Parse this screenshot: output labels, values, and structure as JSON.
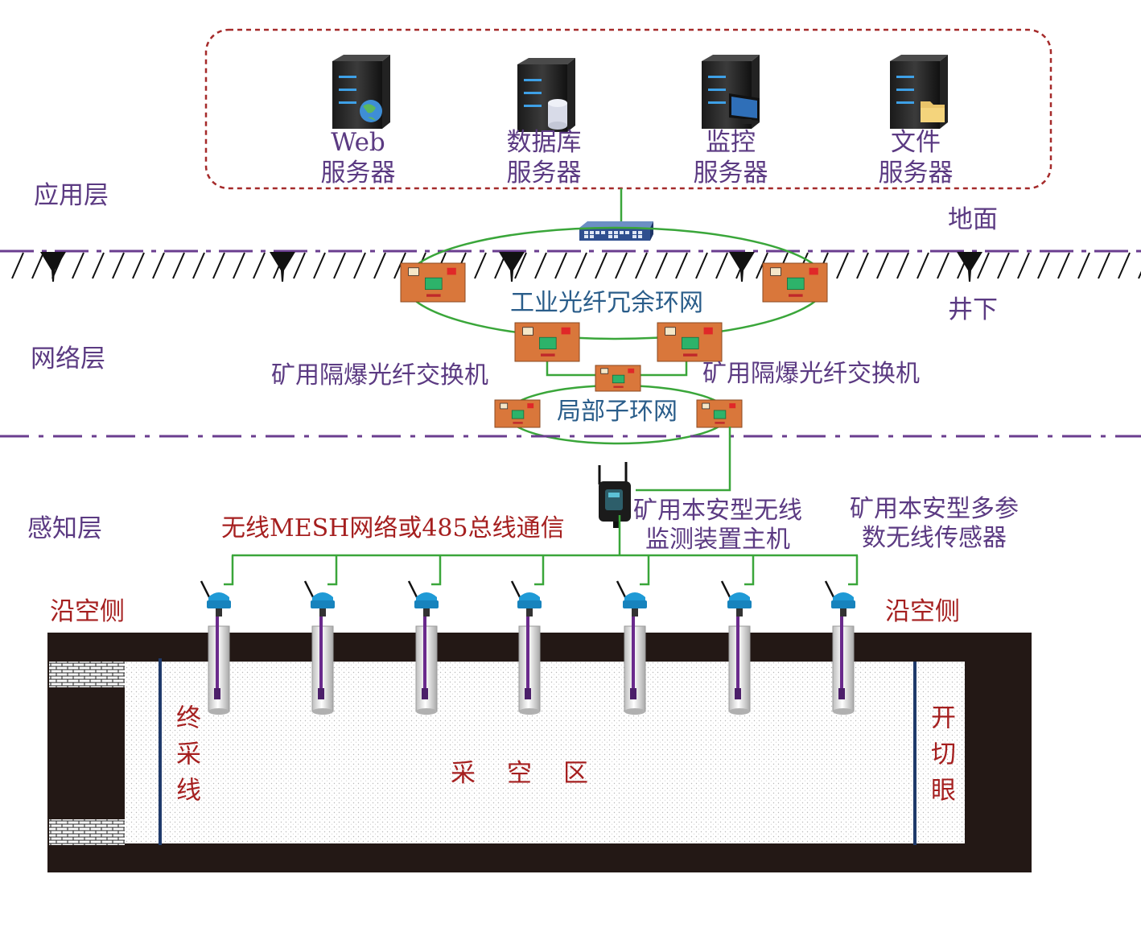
{
  "servers": [
    {
      "line1": "Web",
      "line2": "服务器",
      "icon": "server-globe-icon"
    },
    {
      "line1": "数据库",
      "line2": "服务器",
      "icon": "server-database-icon"
    },
    {
      "line1": "监控",
      "line2": "服务器",
      "icon": "server-monitor-icon"
    },
    {
      "line1": "文件",
      "line2": "服务器",
      "icon": "server-folder-icon"
    }
  ],
  "layers": {
    "application": "应用层",
    "network": "网络层",
    "perception": "感知层"
  },
  "ground": {
    "surface": "地面",
    "underground": "井下"
  },
  "network": {
    "main_ring": "工业光纤冗余环网",
    "switch_left": "矿用隔爆光纤交换机",
    "switch_right": "矿用隔爆光纤交换机",
    "sub_ring": "局部子环网"
  },
  "perception": {
    "bus_label": "无线MESH网络或485总线通信",
    "host_line1": "矿用本安型无线",
    "host_line2": "监测装置主机",
    "sensor_line1": "矿用本安型多参",
    "sensor_line2": "数无线传感器"
  },
  "mine": {
    "goaf_side_left": "沿空侧",
    "goaf_side_right": "沿空侧",
    "stop_line": "终采线",
    "goaf": "采　空　区",
    "open_cut": "开切眼"
  },
  "colors": {
    "dashed_border": "#a52a2a",
    "layer_divider": "#6a3d8f",
    "network_line": "#3aa63a",
    "switch_box": "#d9773b",
    "sensor_head": "#1f9ad6",
    "coal_wall": "#231815"
  }
}
